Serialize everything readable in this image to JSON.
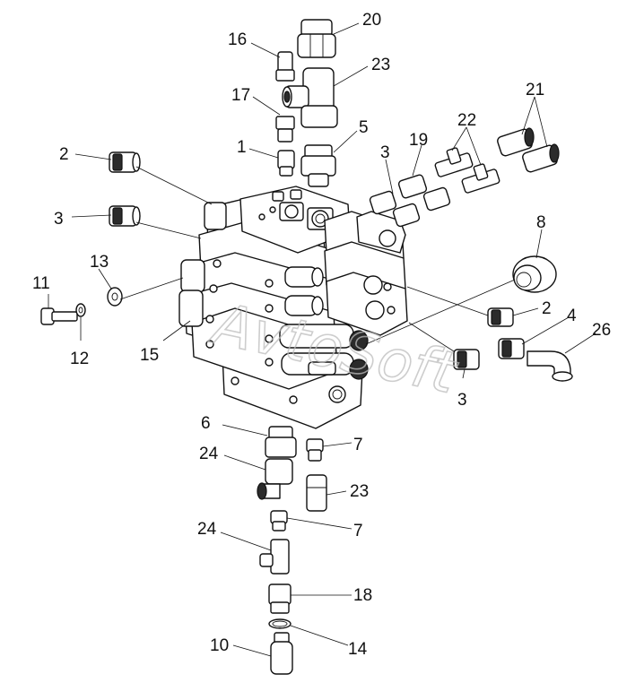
{
  "diagram": {
    "callouts": [
      "20",
      "16",
      "23",
      "17",
      "5",
      "1",
      "2",
      "3",
      "19",
      "22",
      "21",
      "3",
      "8",
      "2",
      "4",
      "26",
      "13",
      "11",
      "12",
      "15",
      "3",
      "6",
      "7",
      "24",
      "23",
      "7",
      "24",
      "18",
      "14",
      "10"
    ],
    "watermark": "AvtoSoft"
  }
}
